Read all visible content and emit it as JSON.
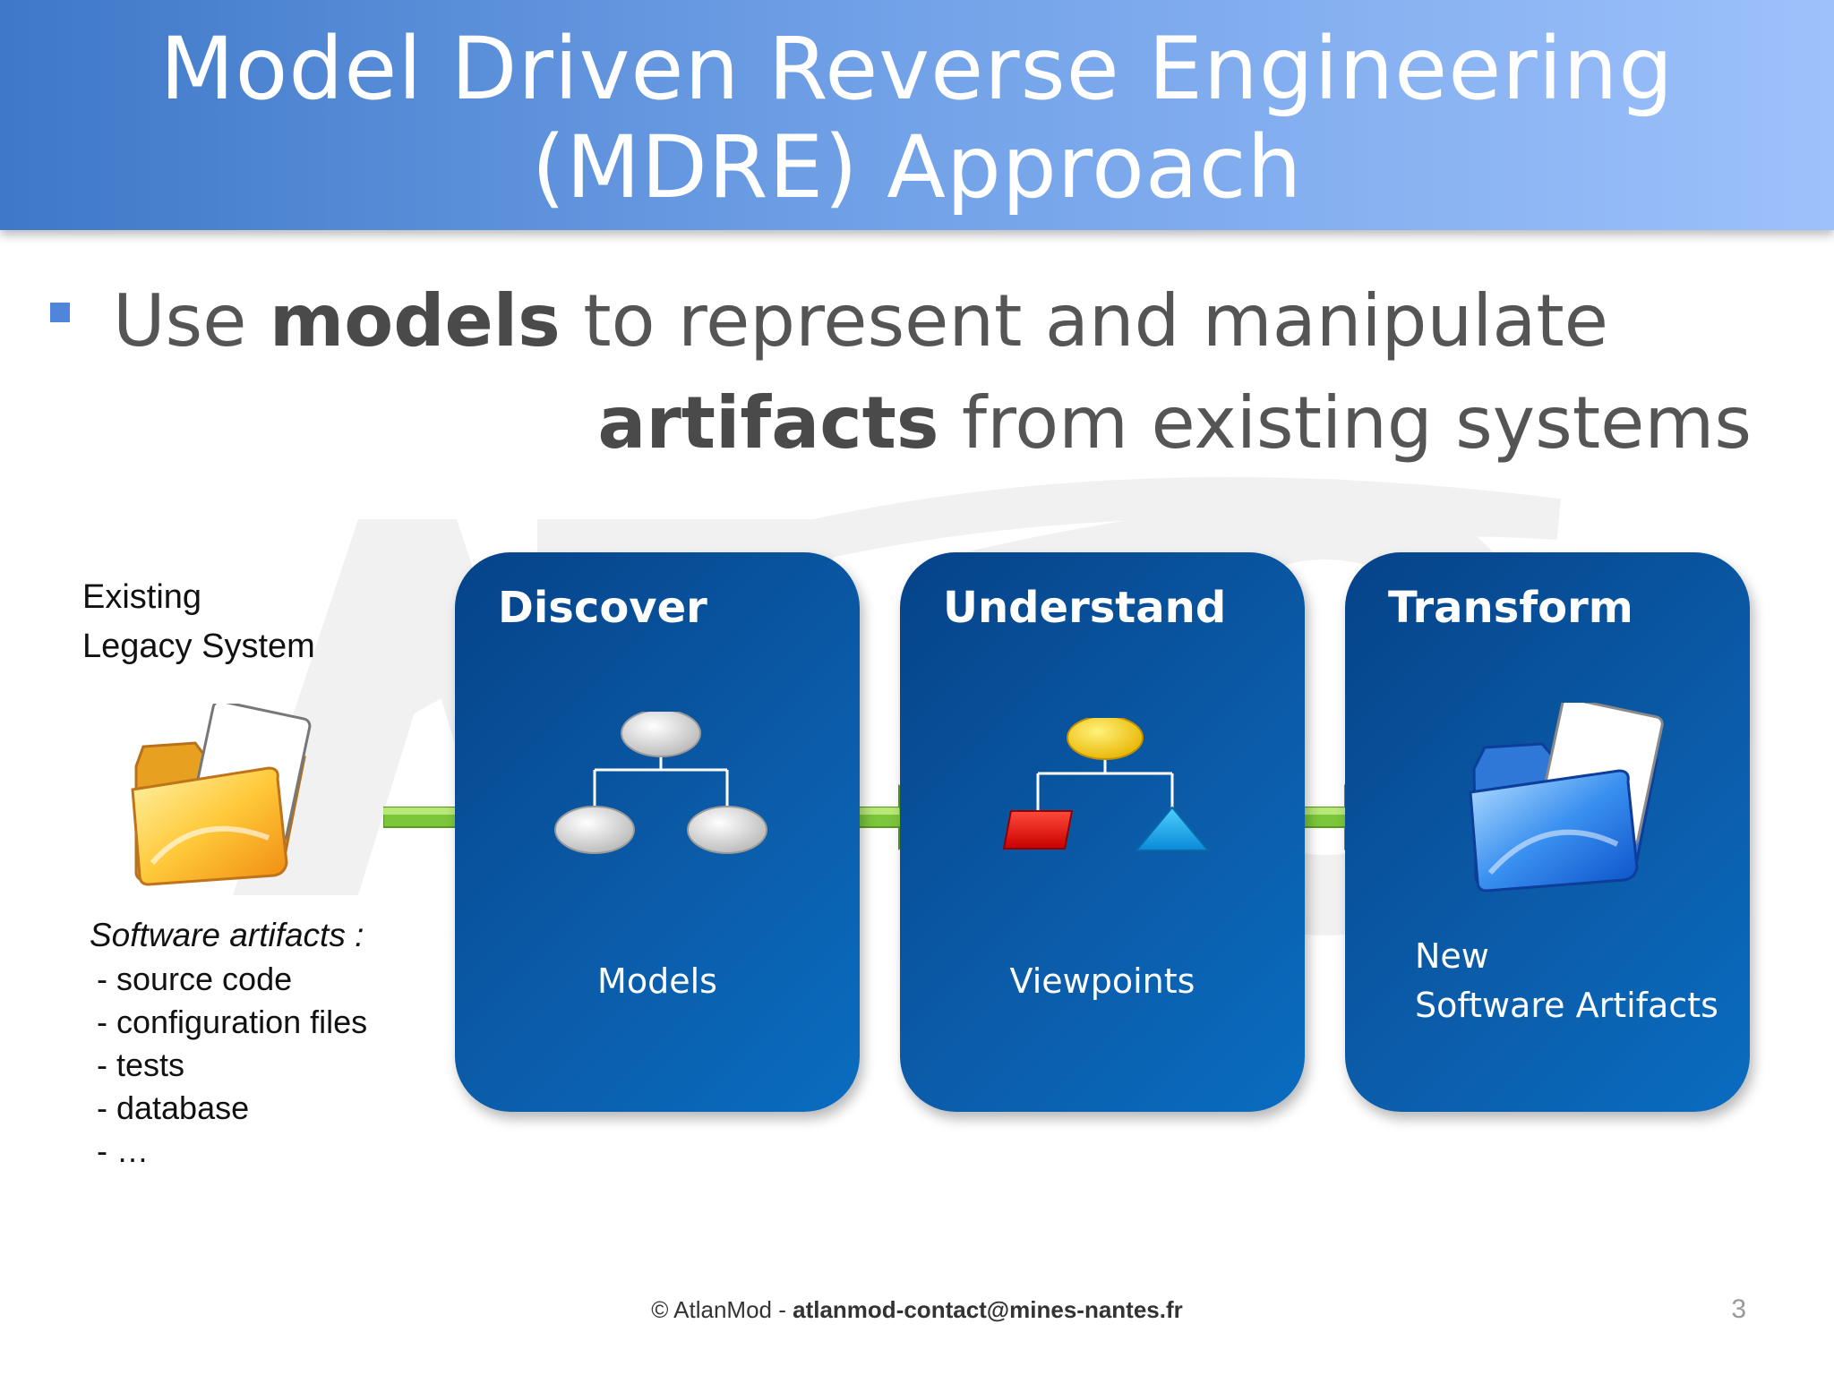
{
  "header": {
    "title_line1": "Model Driven Reverse Engineering",
    "title_line2": "(MDRE) Approach"
  },
  "bullet": {
    "part1": "Use ",
    "bold1": "models",
    "part2": " to represent and manipulate",
    "bold2": "artifacts",
    "part3": " from existing systems"
  },
  "legacy": {
    "line1": "Existing",
    "line2": "Legacy System",
    "artifacts_title": "Software artifacts :",
    "artifacts": [
      "- source code",
      "- configuration files",
      "- tests",
      "- database",
      "- …"
    ],
    "icon": "yellow-folder-icon"
  },
  "steps": [
    {
      "title": "Discover",
      "caption_line1": "Models",
      "caption_line2": "",
      "icon": "hierarchy-model-icon"
    },
    {
      "title": "Understand",
      "caption_line1": "Viewpoints",
      "caption_line2": "",
      "icon": "viewpoint-diagram-icon"
    },
    {
      "title": "Transform",
      "caption_line1": "New",
      "caption_line2": "Software Artifacts",
      "icon": "blue-folder-icon"
    }
  ],
  "colors": {
    "header_start": "#3f78c8",
    "header_end": "#9dc1fb",
    "step_box": "#0b5ba8",
    "arrow": "#7cc63a",
    "bullet_marker": "#4f86d9"
  },
  "footer": {
    "copyright": "© AtlanMod",
    "separator": " - ",
    "email": "atlanmod-contact@mines-nantes.fr",
    "page_number": "3"
  }
}
